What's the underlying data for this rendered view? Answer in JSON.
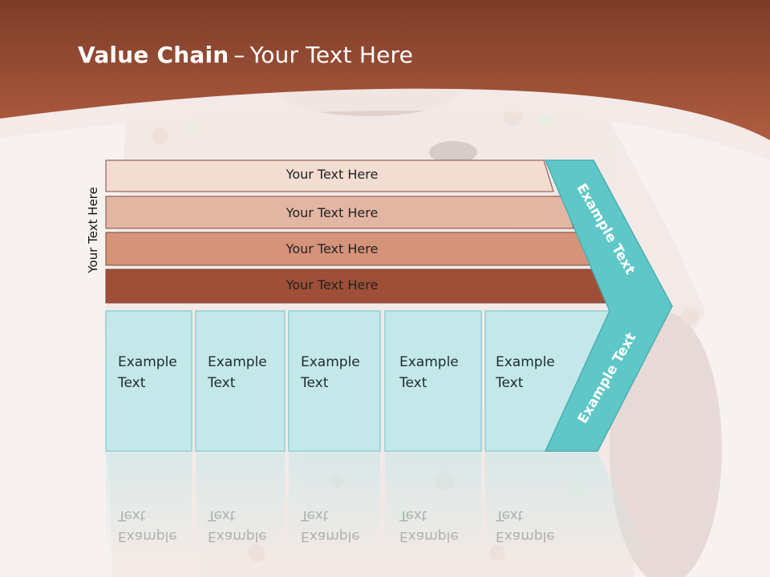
{
  "slide": {
    "title_bold": "Value Chain",
    "title_separator": "–",
    "title_rest": "Your Text Here",
    "vertical_label": "Your Text Here"
  },
  "bars": [
    {
      "label": "Your Text Here",
      "color": "#f3dcd2"
    },
    {
      "label": "Your Text Here",
      "color": "#e3b6a4"
    },
    {
      "label": "Your Text Here",
      "color": "#d5937a"
    },
    {
      "label": "Your Text Here",
      "color": "#9f4f38"
    }
  ],
  "boxes": [
    {
      "label": "Example\nText"
    },
    {
      "label": "Example\nText"
    },
    {
      "label": "Example\nText"
    },
    {
      "label": "Example\nText"
    },
    {
      "label": "Example\nText"
    }
  ],
  "arrow": {
    "upper_label": "Example Text",
    "lower_label": "Example Text",
    "color": "#5fc7c8"
  },
  "colors": {
    "header": "#9c4a33",
    "box_fill": "#c4e8ea",
    "box_stroke": "#8fcfd2"
  }
}
